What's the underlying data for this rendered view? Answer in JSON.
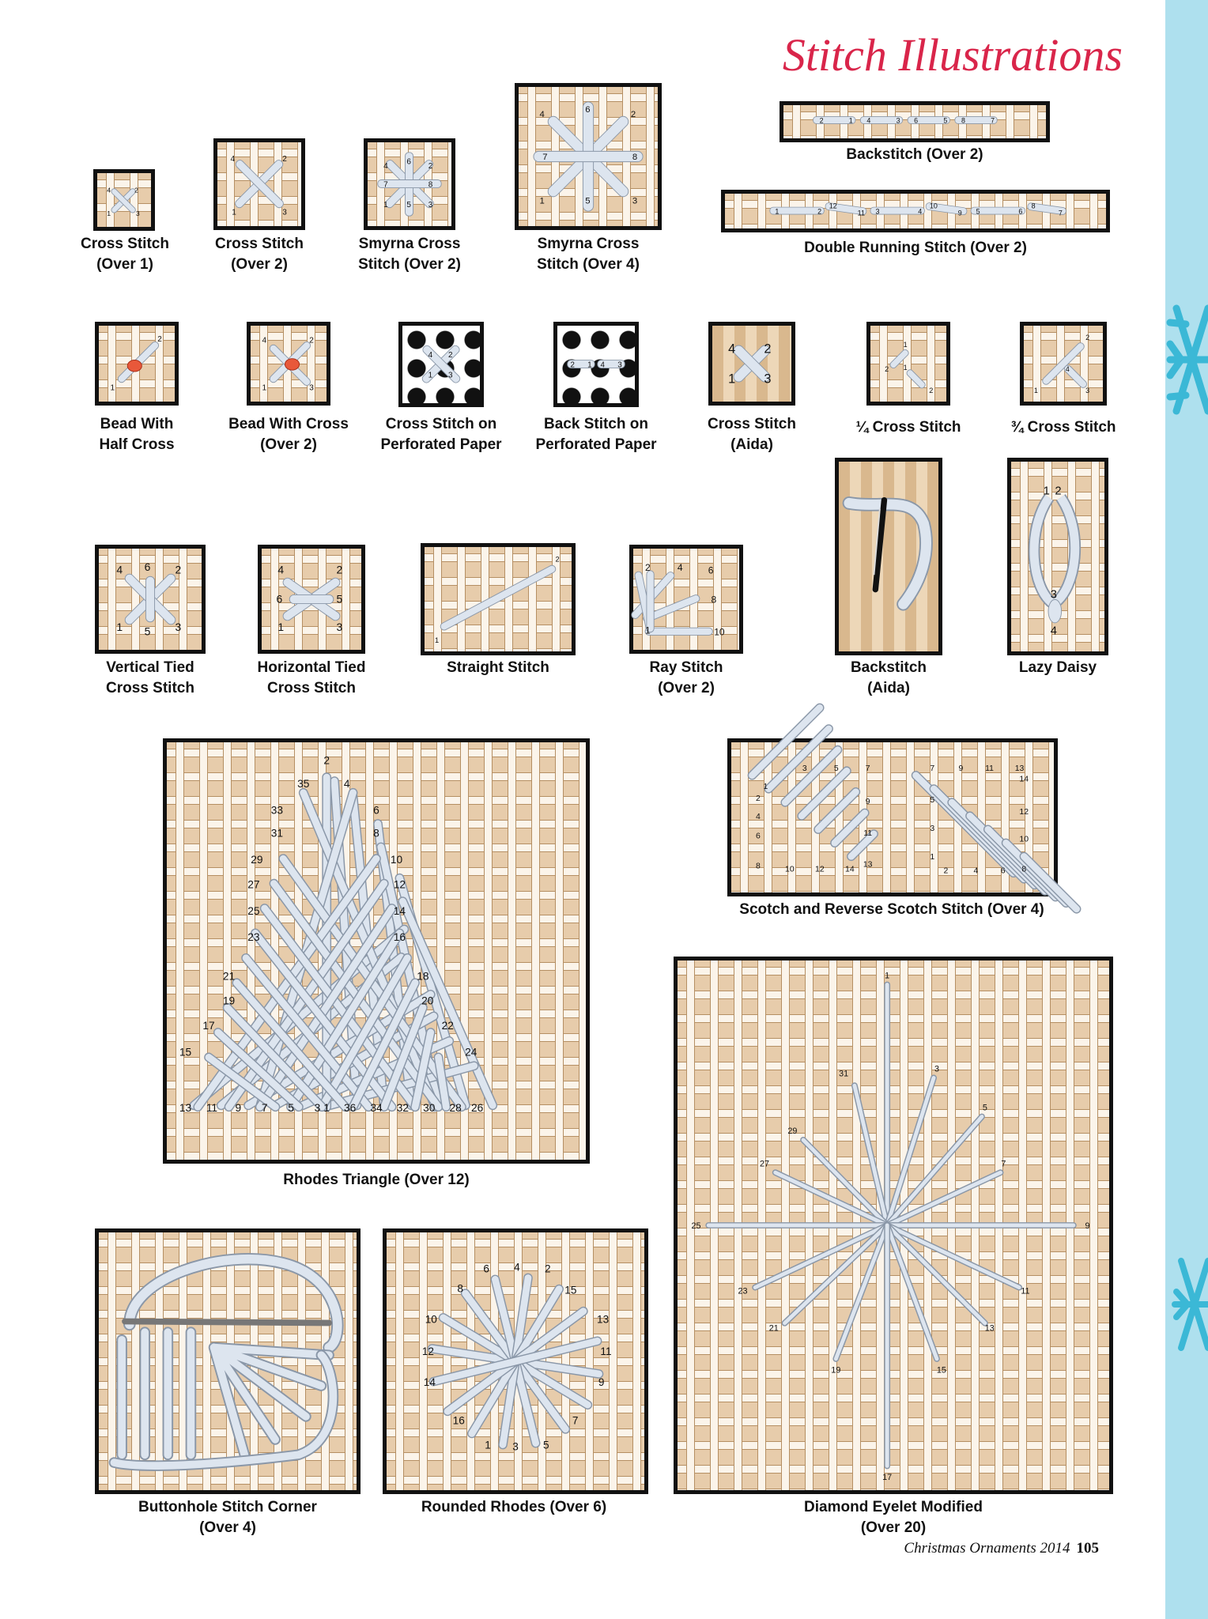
{
  "page": {
    "title": "Stitch Illustrations",
    "footer_publication": "Christmas Ornaments 2014",
    "footer_page_number": "105",
    "accent_color": "#d9254a",
    "band_color": "#aee0ee",
    "snowflake_color": "#3bb8d6"
  },
  "captions": {
    "cross_over1": [
      "Cross Stitch",
      "(Over 1)"
    ],
    "cross_over2": [
      "Cross Stitch",
      "(Over 2)"
    ],
    "smyrna_over2": [
      "Smyrna Cross",
      "Stitch (Over 2)"
    ],
    "smyrna_over4": [
      "Smyrna Cross",
      "Stitch (Over 4)"
    ],
    "backstitch_over2": [
      "Backstitch (Over 2)"
    ],
    "double_running": [
      "Double Running Stitch (Over 2)"
    ],
    "bead_half": [
      "Bead With",
      "Half Cross"
    ],
    "bead_cross": [
      "Bead With Cross",
      "(Over 2)"
    ],
    "cross_perf": [
      "Cross Stitch on",
      "Perforated Paper"
    ],
    "back_perf": [
      "Back Stitch on",
      "Perforated Paper"
    ],
    "cross_aida": [
      "Cross Stitch",
      "(Aida)"
    ],
    "quarter": [
      "¼ Cross Stitch"
    ],
    "three_quarter": [
      "¾ Cross Stitch"
    ],
    "vertical_tied": [
      "Vertical Tied",
      "Cross Stitch"
    ],
    "horizontal_tied": [
      "Horizontal Tied",
      "Cross Stitch"
    ],
    "straight": [
      "Straight Stitch"
    ],
    "ray": [
      "Ray Stitch",
      "(Over 2)"
    ],
    "backstitch_aida": [
      "Backstitch",
      "(Aida)"
    ],
    "lazy_daisy": [
      "Lazy Daisy"
    ],
    "rhodes_triangle": [
      "Rhodes Triangle (Over 12)"
    ],
    "scotch": [
      "Scotch and Reverse Scotch Stitch (Over 4)"
    ],
    "diamond_eyelet": [
      "Diamond Eyelet Modified",
      "(Over 20)"
    ],
    "buttonhole": [
      "Buttonhole Stitch Corner",
      "(Over 4)"
    ],
    "rounded_rhodes": [
      "Rounded Rhodes (Over 6)"
    ]
  },
  "numbers": {
    "cross_over1": [
      "4",
      "2",
      "1",
      "3"
    ],
    "cross_over2": [
      "4",
      "2",
      "1",
      "3"
    ],
    "smyrna_over2": [
      "4",
      "6",
      "2",
      "7",
      "8",
      "1",
      "5",
      "3"
    ],
    "smyrna_over4": [
      "4",
      "6",
      "2",
      "7",
      "8",
      "1",
      "5",
      "3"
    ],
    "backstitch_over2": [
      "2",
      "1",
      "4",
      "3",
      "6",
      "5",
      "8",
      "7"
    ],
    "double_running": [
      "1",
      "2",
      "12",
      "11",
      "3",
      "4",
      "10",
      "9",
      "5",
      "6",
      "8",
      "7"
    ],
    "bead_half": [
      "2",
      "1"
    ],
    "bead_cross": [
      "4",
      "2",
      "1",
      "3"
    ],
    "cross_perf": [
      "4",
      "2",
      "1",
      "3"
    ],
    "back_perf": [
      "2",
      "1",
      "4",
      "3"
    ],
    "cross_aida": [
      "4",
      "2",
      "1",
      "3"
    ],
    "quarter": [
      "1",
      "2",
      "1",
      "2"
    ],
    "three_quarter": [
      "2",
      "4",
      "1",
      "3"
    ],
    "vertical_tied": [
      "4",
      "6",
      "2",
      "1",
      "5",
      "3"
    ],
    "horizontal_tied": [
      "4",
      "2",
      "6",
      "5",
      "1",
      "3"
    ],
    "straight": [
      "1",
      "2"
    ],
    "ray": [
      "2",
      "4",
      "6",
      "8",
      "1",
      "10"
    ],
    "lazy_daisy": [
      "1",
      "2",
      "3",
      "4"
    ],
    "rhodes_triangle": [
      "2",
      "35",
      "4",
      "33",
      "6",
      "31",
      "8",
      "29",
      "10",
      "27",
      "12",
      "25",
      "14",
      "23",
      "16",
      "21",
      "18",
      "19",
      "20",
      "17",
      "22",
      "15",
      "24",
      "13",
      "11",
      "9",
      "7",
      "5",
      "3",
      "1",
      "36",
      "34",
      "32",
      "30",
      "28",
      "26"
    ],
    "scotch": [
      "1",
      "3",
      "5",
      "7",
      "2",
      "9",
      "4",
      "11",
      "6",
      "13",
      "8",
      "10",
      "12",
      "14",
      "7",
      "9",
      "11",
      "13",
      "14",
      "5",
      "12",
      "3",
      "10",
      "1",
      "8",
      "2",
      "4",
      "6"
    ],
    "diamond_eyelet": [
      "1",
      "31",
      "3",
      "29",
      "5",
      "27",
      "7",
      "25",
      "9",
      "23",
      "11",
      "21",
      "13",
      "19",
      "15",
      "17"
    ],
    "rounded_rhodes": [
      "6",
      "4",
      "2",
      "8",
      "15",
      "10",
      "13",
      "12",
      "11",
      "14",
      "9",
      "16",
      "7",
      "1",
      "3",
      "5"
    ]
  }
}
